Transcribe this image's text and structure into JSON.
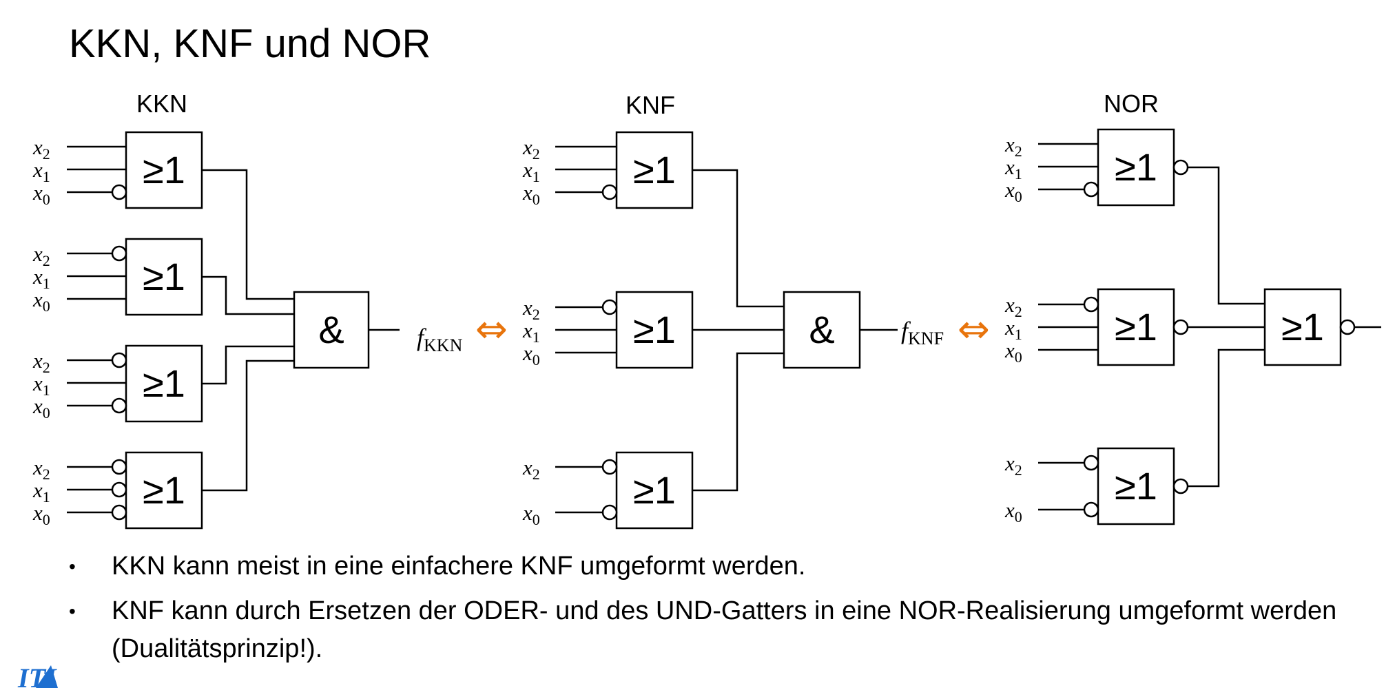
{
  "title": "KKN, KNF und NOR",
  "sections": [
    {
      "label": "KKN",
      "output": {
        "name": "f",
        "sub": "KKN"
      },
      "final_gate": "&"
    },
    {
      "label": "KNF",
      "output": {
        "name": "f",
        "sub": "KNF"
      },
      "final_gate": "&"
    },
    {
      "label": "NOR",
      "output": null,
      "final_gate": "≥1"
    }
  ],
  "gate_symbols": {
    "or": "≥1",
    "and": "&"
  },
  "variables": {
    "x2": {
      "name": "x",
      "sub": "2"
    },
    "x1": {
      "name": "x",
      "sub": "1"
    },
    "x0": {
      "name": "x",
      "sub": "0"
    }
  },
  "equivalence_symbol": "⇔",
  "bullets": [
    "KKN kann meist in eine einfachere KNF umgeformt werden.",
    "KNF kann durch Ersetzen der ODER- und des UND-Gatters in eine NOR-Realisierung umgeformt werden (Dualitätsprinzip!)."
  ],
  "colors": {
    "arrow": "#E8740C",
    "logo": "#1E6FD0",
    "line": "#000000"
  },
  "logo_text": "ITI"
}
